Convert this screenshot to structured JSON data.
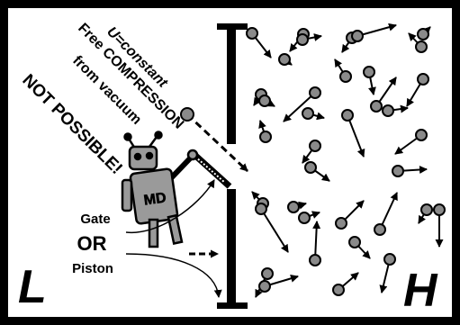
{
  "labels": {
    "u_constant": "U=constant",
    "free_compression": "Free COMPRESSION",
    "from_vacuum": "from vacuum",
    "not_possible": "NOT POSSIBLE!",
    "robot_tag": "MD",
    "gate": "Gate",
    "or": "OR",
    "piston": "Piston",
    "left_chamber": "L",
    "right_chamber": "H"
  },
  "colors": {
    "frame": "#000000",
    "background": "#ffffff",
    "molecule": "#8a8a8a",
    "robot_body": "#9a9a9a",
    "ink": "#000000"
  },
  "icons": {
    "robot": "maxwell-demon-robot-icon",
    "molecule": "gas-molecule-icon"
  }
}
